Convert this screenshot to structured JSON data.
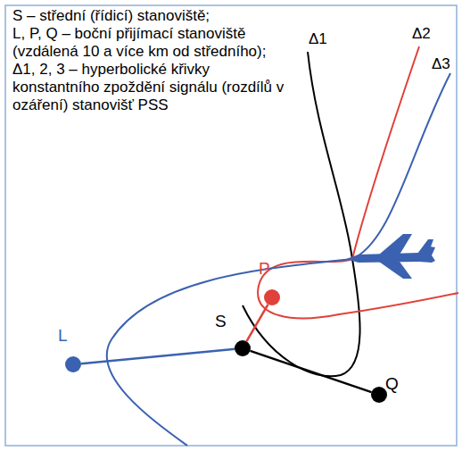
{
  "diagram": {
    "nodes": [
      {
        "text": [
          "P"
        ]
      },
      {
        "text": [
          "S"
        ]
      },
      {
        "text": [
          "L"
        ]
      },
      {
        "text": [
          "Q"
        ]
      }
    ],
    "edges": [
      {
        "from": 1,
        "to": 0,
        "arrow": "none"
      },
      {
        "from": 1,
        "to": 2,
        "arrow": "none"
      },
      {
        "from": 1,
        "to": 3,
        "arrow": "none"
      }
    ],
    "labels": [
      "S – střední (řídicí) stanoviště;",
      "L, P, Q – boční přijímací stanoviště (vzdálená 10 a více km od středního);",
      "Δ1, 2, 3 – hyperbolické křivky konstantního zpoždění signálu (rozdílů v ozáření) stanovišť PSS",
      "Δ1",
      "Δ2",
      "Δ3"
    ]
  }
}
